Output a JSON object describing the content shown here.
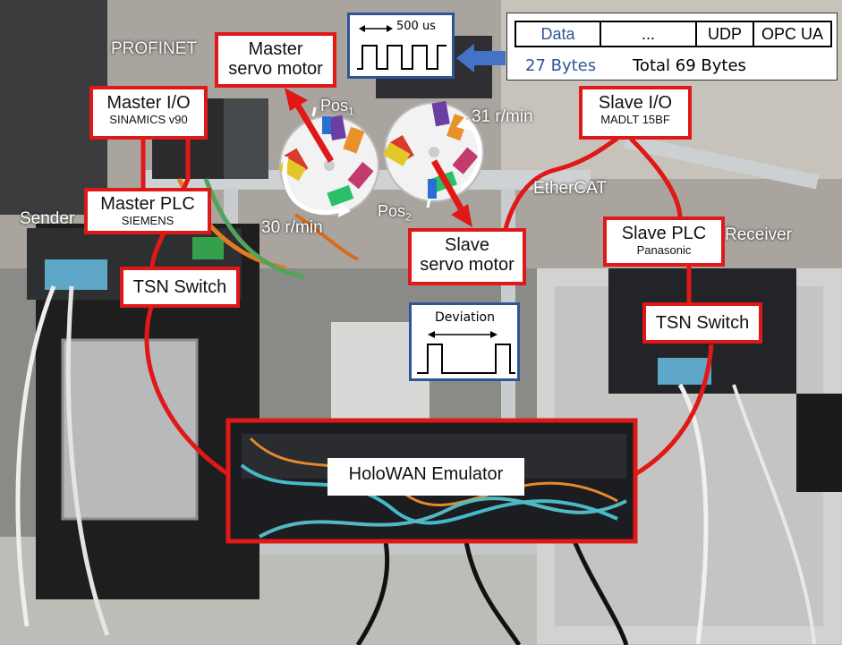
{
  "photo": {
    "labels": {
      "profinet": "PROFINET",
      "sender": "Sender",
      "receiver": "Receiver",
      "ethercat": "EtherCAT",
      "speed_master": "30 r/min",
      "speed_slave": "31 r/min",
      "pos1": "Pos",
      "pos1_sub": "1",
      "pos2": "Pos",
      "pos2_sub": "2"
    },
    "boxes": {
      "master_servo": {
        "line1": "Master",
        "line2": "servo motor"
      },
      "master_io": {
        "line1": "Master I/O",
        "line2": "SINAMICS v90"
      },
      "master_plc": {
        "line1": "Master PLC",
        "line2": "SIEMENS"
      },
      "tsn_left": {
        "line1": "TSN Switch"
      },
      "slave_io": {
        "line1": "Slave I/O",
        "line2": "MADLT 15BF"
      },
      "slave_plc": {
        "line1": "Slave PLC",
        "line2": "Panasonic"
      },
      "tsn_right": {
        "line1": "TSN Switch"
      },
      "slave_servo": {
        "line1": "Slave",
        "line2": "servo motor"
      },
      "emulator": {
        "line1": "HoloWAN  Emulator"
      }
    },
    "pulse": {
      "period_label": "500 us"
    },
    "deviation": {
      "label": "Deviation"
    },
    "packet": {
      "cells": [
        "Data",
        "...",
        "UDP",
        "OPC UA"
      ],
      "data_size": "27 Bytes",
      "total": "Total 69 Bytes"
    },
    "colors": {
      "annotation_red": "#e01818",
      "packet_blue": "#2f5597",
      "arrow_blue": "#4472c4"
    }
  }
}
